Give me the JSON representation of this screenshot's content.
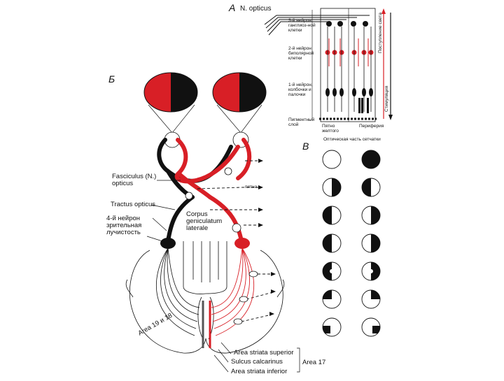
{
  "panels": {
    "a": "А",
    "b": "Б",
    "v": "В"
  },
  "panel_a": {
    "nerve": "N. opticus",
    "layer3": "3-й нейрон ганглиоз-ной клетки",
    "layer2": "2-й нейрон биполярной клетки",
    "layer1": "1-й нейрон, колбочки и палочки",
    "pigment": "Пигментный слой",
    "macula": "Пятно желтого",
    "periphery": "Периферия",
    "light_in": "Поступление света",
    "stimulation": "Стимуляция"
  },
  "panel_b": {
    "fasciculus": "Fasciculus (N.) opticus",
    "spot": "пятна",
    "tractus": "Tractus opticus",
    "neuron4": "4-й нейрон зрительная лучистость",
    "corpus": "Corpus geniculatum laterale",
    "area1918": "Area 19 и 18",
    "striata_sup": "Area striata superior",
    "sulcus": "Sulcus calcarinus",
    "striata_inf": "Area striata inferior",
    "area17": "Area 17"
  },
  "panel_v": {
    "title": "Оптическая часть сетчатки",
    "rows": 7
  },
  "colors": {
    "red": "#d81f26",
    "black": "#111111"
  }
}
